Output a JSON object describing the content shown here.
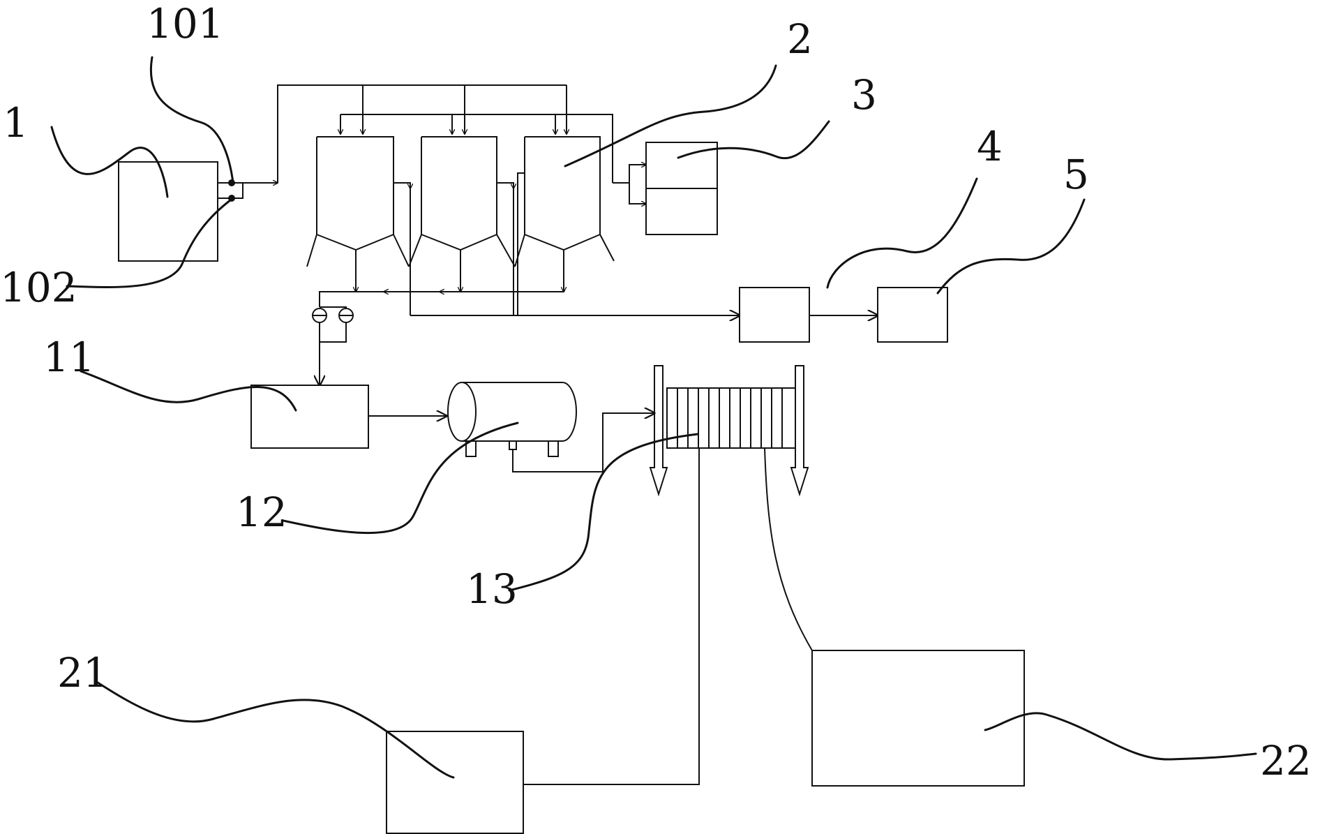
{
  "labels": {
    "l1": "1",
    "l101": "101",
    "l102": "102",
    "l2": "2",
    "l3": "3",
    "l4": "4",
    "l5": "5",
    "l11": "11",
    "l12": "12",
    "l13": "13",
    "l21": "21",
    "l22": "22"
  }
}
